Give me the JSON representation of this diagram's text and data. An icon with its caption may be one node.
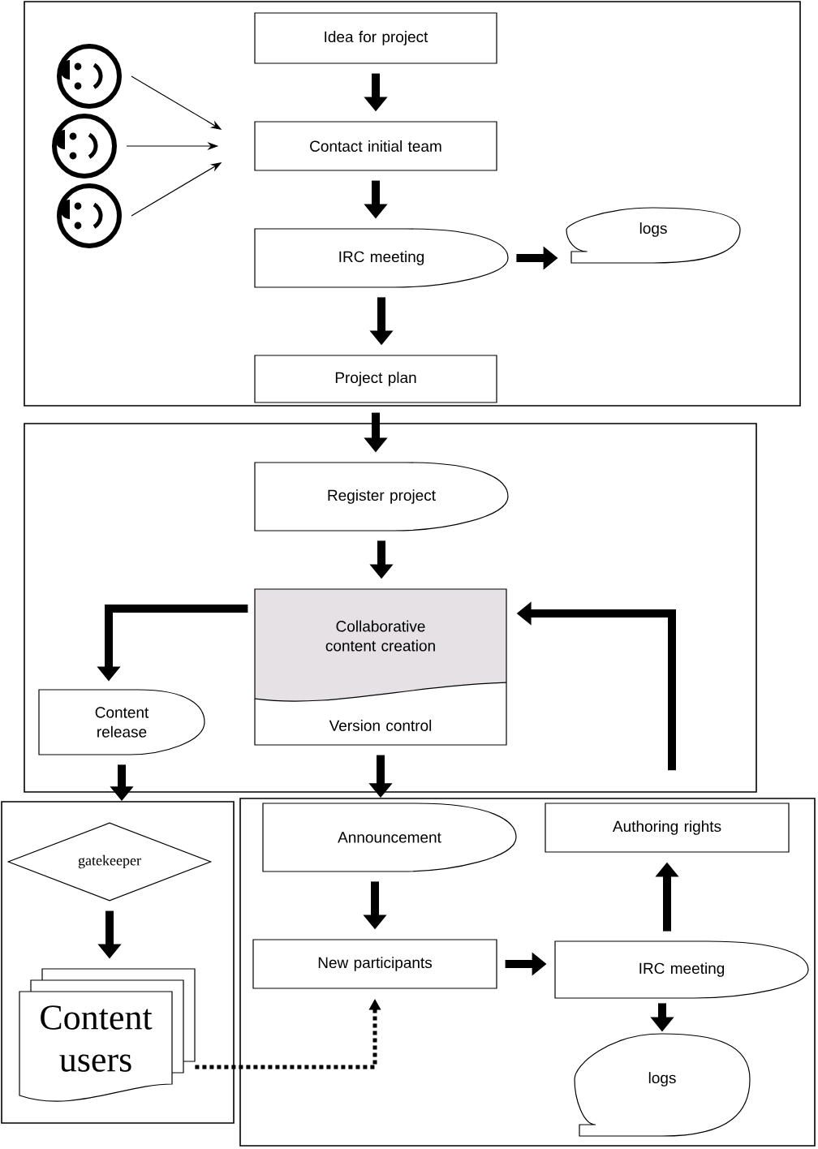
{
  "diagram": {
    "nodes": [
      {
        "text": [],
        "shape": "box"
      },
      {
        "text": [],
        "shape": "circle",
        "in": 0
      },
      {
        "text": [],
        "shape": "circle",
        "in": 0
      },
      {
        "text": [],
        "shape": "circle",
        "in": 0
      },
      {
        "text": [
          "Idea for project"
        ],
        "in": 0
      },
      {
        "text": [
          "Contact initial team"
        ],
        "in": 0
      },
      {
        "text": [
          "IRC meeting"
        ],
        "in": 0
      },
      {
        "text": [
          "logs"
        ],
        "in": 0
      },
      {
        "text": [
          "Project plan"
        ],
        "in": 0
      },
      {
        "text": [],
        "shape": "box"
      },
      {
        "text": [
          "Register project"
        ],
        "in": 9
      },
      {
        "text": [
          "Collaborative content creation",
          "Version control"
        ],
        "in": 9
      },
      {
        "text": [
          "Content release"
        ],
        "in": 9
      },
      {
        "text": [],
        "shape": "box"
      },
      {
        "text": [
          "gatekeeper"
        ],
        "in": 13
      },
      {
        "text": [
          "Content users"
        ],
        "in": 13
      },
      {
        "text": [],
        "shape": "box"
      },
      {
        "text": [
          "Announcement"
        ],
        "in": 16
      },
      {
        "text": [
          "Authoring rights"
        ],
        "in": 16
      },
      {
        "text": [
          "New participants"
        ],
        "in": 16
      },
      {
        "text": [
          "IRC meeting"
        ],
        "in": 16
      },
      {
        "text": [
          "logs"
        ],
        "in": 16
      }
    ],
    "edges": [
      {
        "from": 1,
        "to": 5,
        "arrow": "to"
      },
      {
        "from": 2,
        "to": 5,
        "arrow": "to"
      },
      {
        "from": 3,
        "to": 5,
        "arrow": "to"
      },
      {
        "from": 4,
        "to": 5,
        "arrow": "to"
      },
      {
        "from": 5,
        "to": 6,
        "arrow": "to"
      },
      {
        "from": 6,
        "to": 7,
        "arrow": "to"
      },
      {
        "from": 6,
        "to": 8,
        "arrow": "to"
      },
      {
        "from": 8,
        "to": 10,
        "arrow": "to"
      },
      {
        "from": 10,
        "to": 11,
        "arrow": "to"
      },
      {
        "from": 11,
        "to": 12,
        "arrow": "to"
      },
      {
        "from": 16,
        "to": 11,
        "arrow": "to"
      },
      {
        "from": 11,
        "to": 16,
        "arrow": "to"
      },
      {
        "from": 12,
        "to": 13,
        "arrow": "to"
      },
      {
        "from": 14,
        "to": 15,
        "arrow": "to"
      },
      {
        "from": 15,
        "to": 19,
        "arrow": "to",
        "style": "dashed"
      },
      {
        "from": 17,
        "to": 19,
        "arrow": "to"
      },
      {
        "from": 19,
        "to": 20,
        "arrow": "to"
      },
      {
        "from": 20,
        "to": 18,
        "arrow": "to"
      },
      {
        "from": 20,
        "to": 21,
        "arrow": "to"
      }
    ]
  }
}
